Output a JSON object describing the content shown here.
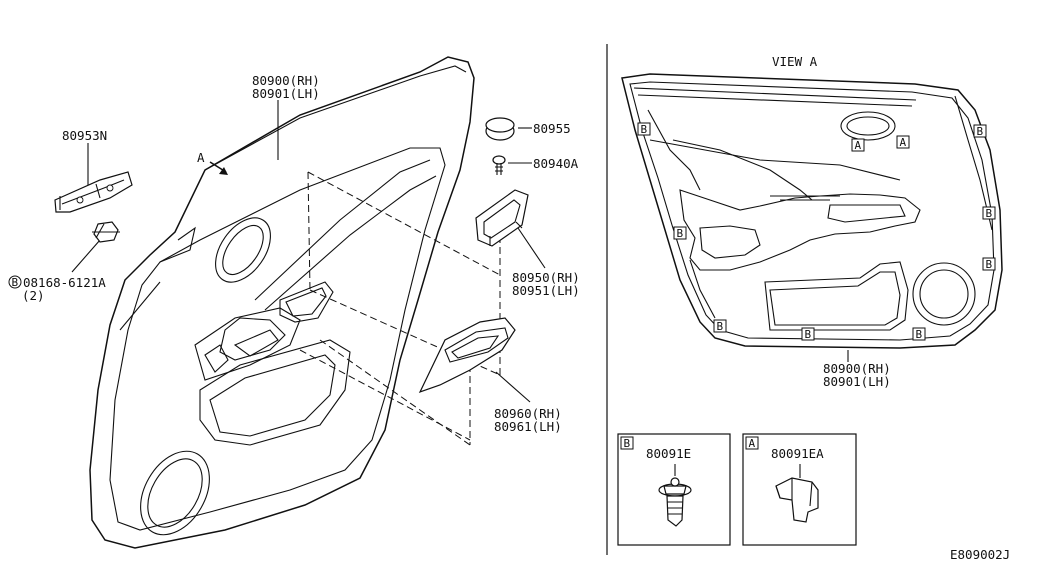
{
  "left_view": {
    "panel_label_rh": "80900(RH)",
    "panel_label_lh": "80901(LH)",
    "bracket_label": "80953N",
    "bolt_label": "08168-6121A",
    "bolt_marker": "B",
    "bolt_qty": "(2)",
    "cap_label": "80955",
    "screw_label": "80940A",
    "pull_handle_rh": "80950(RH)",
    "pull_handle_lh": "80951(LH)",
    "switch_finisher_rh": "80960(RH)",
    "switch_finisher_lh": "80961(LH)",
    "arrow_label": "A"
  },
  "view_a": {
    "title": "VIEW A",
    "panel_label_rh": "80900(RH)",
    "panel_label_lh": "80901(LH)",
    "clip_marker_b": "B",
    "clip_marker_a": "A"
  },
  "legend": {
    "box_b": {
      "marker": "B",
      "part": "80091E"
    },
    "box_a": {
      "marker": "A",
      "part": "80091EA"
    }
  },
  "diagram_code": "E809002J"
}
